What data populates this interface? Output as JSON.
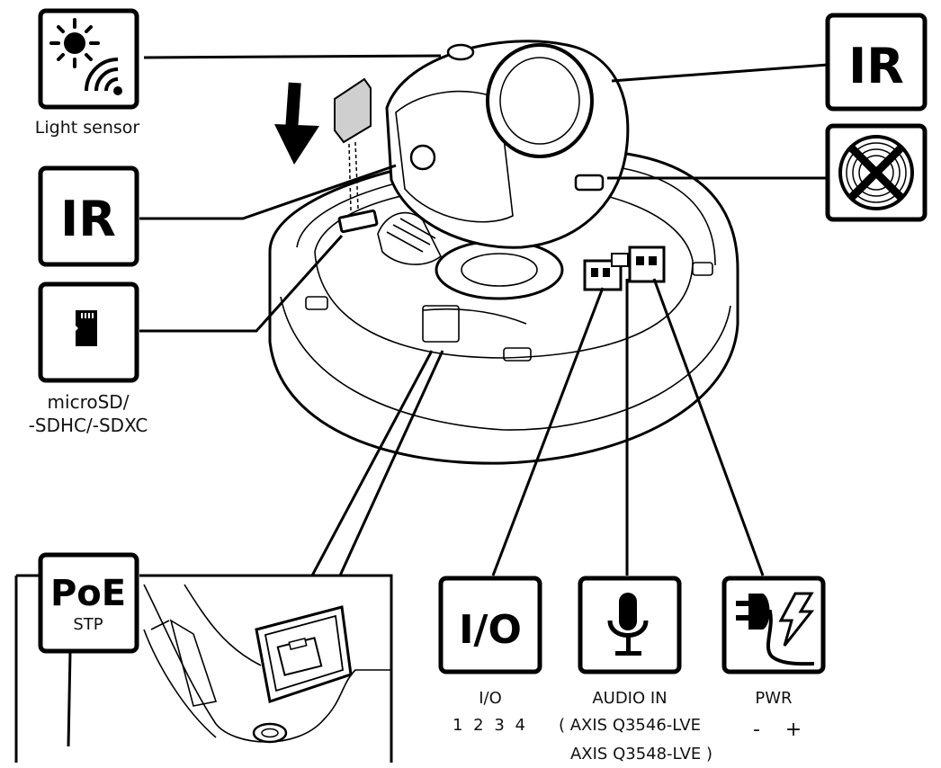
{
  "labels": {
    "light_sensor": "Light sensor",
    "ir_top": "IR",
    "ir_left": "IR",
    "microsd_line1": "microSD/",
    "microsd_line2": "-SDHC/-SDXC",
    "poe": "PoE",
    "stp": "STP",
    "io_icon": "I/O",
    "io_label": "I/O",
    "io_pins": "1 2 3 4",
    "audio_in": "AUDIO IN",
    "audio_models_1": "( AXIS Q3546-LVE",
    "audio_models_2": "AXIS Q3548-LVE )",
    "pwr": "PWR",
    "pwr_minus": "-",
    "pwr_plus": "+"
  },
  "icons": {
    "light_sensor": "sun-and-signal-icon",
    "ir": "ir-icon",
    "fan": "fan-icon",
    "microsd": "microsd-card-icon",
    "poe": "poe-icon",
    "io": "io-icon",
    "audio": "microphone-icon",
    "power": "power-plug-icon"
  }
}
